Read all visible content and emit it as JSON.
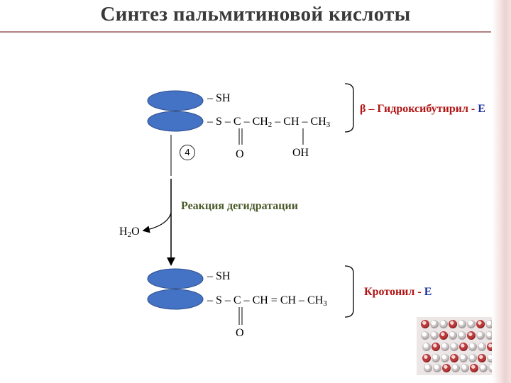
{
  "title": "Синтез пальмитиновой кислоты",
  "step1": {
    "sh": "– SH",
    "chain": [
      "– S – C – CH",
      "2",
      " – CH – CH",
      "3"
    ],
    "carbonyl_o": "O",
    "hydroxyl": "OH",
    "badge": "4",
    "label": {
      "prefix": "β – Гидроксибутирил - ",
      "e": "E"
    }
  },
  "reaction": {
    "name": "Реакция дегидратации",
    "water": [
      "H",
      "2",
      "O"
    ]
  },
  "step2": {
    "sh": "– SH",
    "chain": [
      "– S – C – CH = CH – CH",
      "3"
    ],
    "carbonyl_o": "O",
    "label": {
      "prefix": "Кротонил - ",
      "e": "E"
    }
  },
  "colors": {
    "enzyme_disk": "#4472c4",
    "title": "#3a3a3a",
    "label": "#b01515",
    "reaction_text": "#4a5a2a"
  },
  "photo": {
    "type": "test-tubes-photo"
  }
}
